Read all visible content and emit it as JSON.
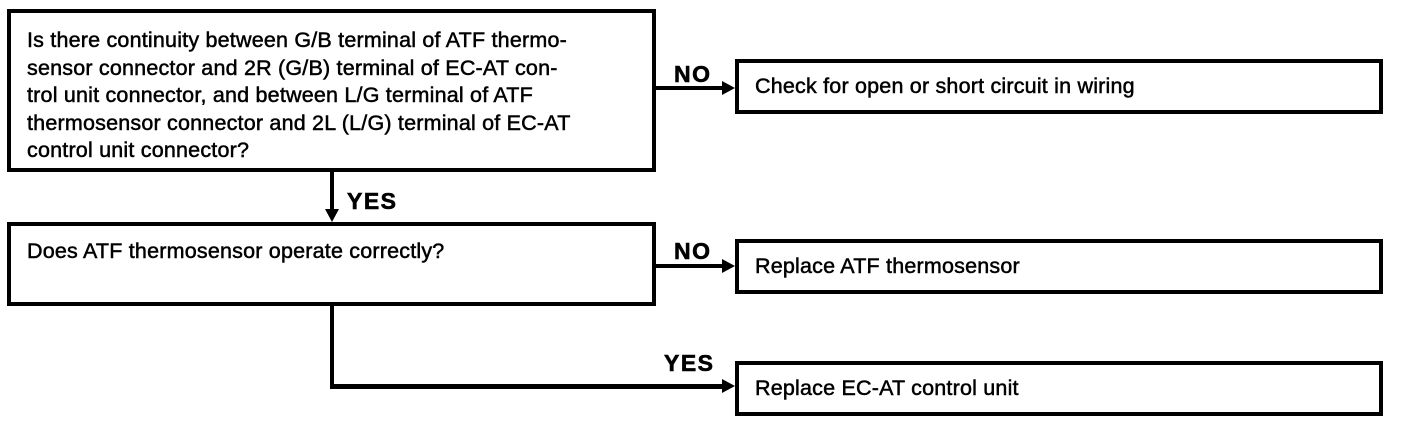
{
  "flowchart": {
    "nodes": {
      "q1": {
        "text": "Is there continuity between G/B terminal of ATF thermo-\nsensor connector and 2R (G/B) terminal of EC-AT con-\ntrol unit connector, and between L/G terminal of ATF\nthermosensor connector and 2L (L/G) terminal of EC-AT\ncontrol unit connector?"
      },
      "a1": {
        "text": "Check for open or short circuit in wiring"
      },
      "q2": {
        "text": "Does ATF thermosensor operate correctly?"
      },
      "a2": {
        "text": "Replace ATF thermosensor"
      },
      "a3": {
        "text": "Replace EC-AT control unit"
      }
    },
    "edges": {
      "q1_no": {
        "label": "NO"
      },
      "q1_yes": {
        "label": "YES"
      },
      "q2_no": {
        "label": "NO"
      },
      "q2_yes": {
        "label": "YES"
      }
    },
    "colors": {
      "ink": "#000000",
      "background": "#ffffff"
    }
  }
}
